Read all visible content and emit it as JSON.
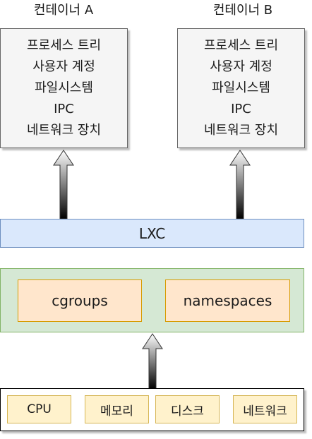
{
  "containers": [
    {
      "title": "컨테이너 A",
      "items": [
        "프로세스 트리",
        "사용자 계정",
        "파일시스템",
        "IPC",
        "네트워크 장치"
      ]
    },
    {
      "title": "컨테이너 B",
      "items": [
        "프로세스 트리",
        "사용자 계정",
        "파일시스템",
        "IPC",
        "네트워크 장치"
      ]
    }
  ],
  "lxc": {
    "label": "LXC"
  },
  "kernel": {
    "items": [
      "cgroups",
      "namespaces"
    ]
  },
  "hardware": {
    "items": [
      "CPU",
      "메모리",
      "디스크",
      "네트워크"
    ]
  },
  "colors": {
    "container_fill": "#f5f5f5",
    "lxc_fill": "#dae8fc",
    "kernel_fill": "#d5e8d4",
    "kernel_item_fill": "#ffe6cc",
    "hardware_item_fill": "#fff2cc"
  }
}
